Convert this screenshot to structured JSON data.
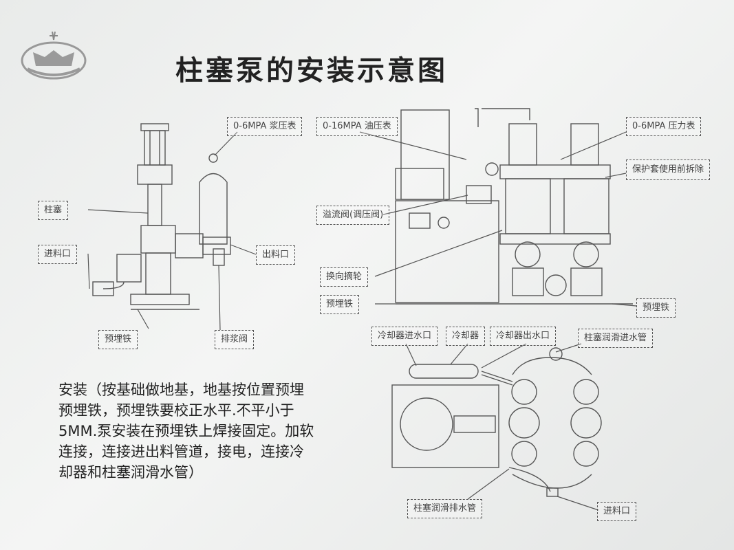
{
  "title": "柱塞泵的安装示意图",
  "labels": {
    "slurry_gauge": "0-6MPA 浆压表",
    "oil_gauge": "0-16MPA 油压表",
    "pressure_gauge": "0-6MPA 压力表",
    "protective_cover": "保护套使用前拆除",
    "plunger": "柱塞",
    "inlet_left": "进料口",
    "outlet": "出料口",
    "embedded_iron_left": "预埋铁",
    "discharge_valve": "排浆阀",
    "overflow_valve": "溢流阀(调压阀)",
    "reversing_wheel": "换向摘轮",
    "embedded_iron_mid": "预埋铁",
    "embedded_iron_right": "预埋铁",
    "cooler_inlet": "冷却器进水口",
    "cooler": "冷却器",
    "cooler_outlet": "冷却器出水口",
    "plunger_lube_in": "柱塞润滑进水管",
    "plunger_lube_out": "柱塞润滑排水管",
    "inlet_bottom": "进料口"
  },
  "installation_text": [
    "安装（按基础做地基，地基按位置预埋",
    "预埋铁，预埋铁要校正水平.不平小于",
    "5MM.泵安装在预埋铁上焊接固定。加软",
    "连接，连接进出料管道，接电，连接冷",
    "却器和柱塞润滑水管）"
  ],
  "colors": {
    "line": "#555555",
    "text": "#333333",
    "background": "#eceeed"
  }
}
